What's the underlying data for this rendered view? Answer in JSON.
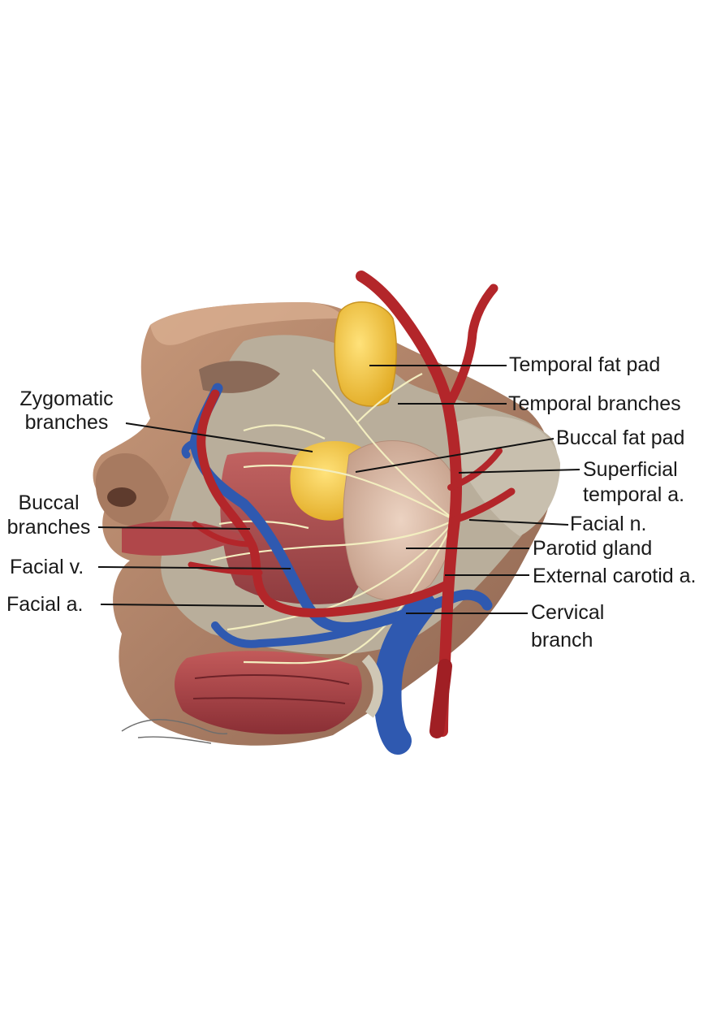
{
  "diagram": {
    "labels": {
      "temporal_fat_pad": "Temporal fat pad",
      "temporal_branches": "Temporal branches",
      "buccal_fat_pad": "Buccal fat pad",
      "superficial_temporal_a_line1": "Superficial",
      "superficial_temporal_a_line2": "temporal a.",
      "facial_n": "Facial n.",
      "parotid_gland": "Parotid gland",
      "external_carotid_a": "External carotid a.",
      "cervical_branch_line1": "Cervical",
      "cervical_branch_line2": "branch",
      "zygomatic_branches_line1": "Zygomatic",
      "zygomatic_branches_line2": "branches",
      "buccal_branches_line1": "Buccal",
      "buccal_branches_line2": "branches",
      "facial_v": "Facial v.",
      "facial_a": "Facial a."
    },
    "colors": {
      "artery": "#b3262a",
      "vein": "#2f59b0",
      "fat": "#f2c230",
      "nerve": "#f4efc2",
      "skin": "#b98a6c",
      "muscle": "#b54d4d",
      "gland": "#d9bca8"
    }
  }
}
